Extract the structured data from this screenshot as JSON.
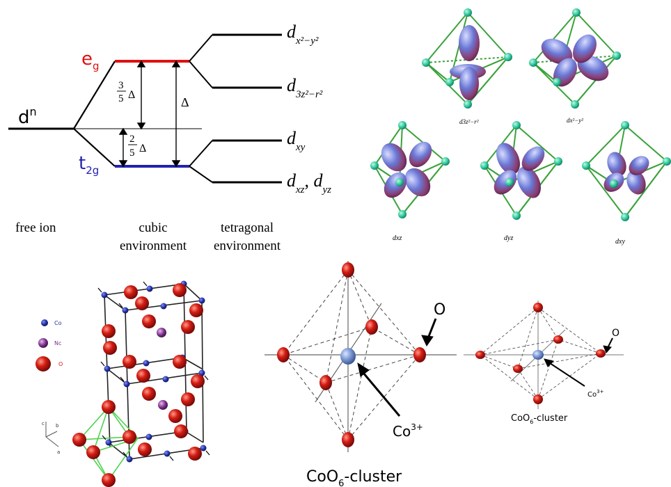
{
  "energy_diagram": {
    "free_ion_level": "d",
    "free_ion_sup": "n",
    "eg_main": "e",
    "eg_sub": "g",
    "t2g_main": "t",
    "t2g_sub": "2g",
    "frac_upper_num": "3",
    "frac_upper_den": "5",
    "frac_lower_num": "2",
    "frac_lower_den": "5",
    "delta": "Δ",
    "orbitals": [
      {
        "main": "d",
        "sub": "x²−y²"
      },
      {
        "main": "d",
        "sub": "3z²−r²"
      },
      {
        "main": "d",
        "sub": "xy"
      },
      {
        "main": "d",
        "sub": "xz",
        "main2": "d",
        "sub2": "yz"
      }
    ],
    "label_free_ion": "free ion",
    "label_cubic_1": "cubic",
    "label_cubic_2": "environment",
    "label_tetragonal_1": "tetragonal",
    "label_tetragonal_2": "environment"
  },
  "orbital_panel": {
    "labels": [
      "d3z²−r²",
      "dx²−y²",
      "dxz",
      "dyz",
      "dxy"
    ]
  },
  "crystal": {
    "legend": [
      {
        "label": "Co",
        "color": "#1f2fa0"
      },
      {
        "label": "Nc",
        "color": "#7a2f88"
      },
      {
        "label": "O",
        "color": "#d01818"
      }
    ],
    "axes": [
      "c",
      "b",
      "a"
    ]
  },
  "cluster_large": {
    "o_label": "O",
    "co_label": "Co",
    "co_charge": "3+",
    "caption_main": "CoO",
    "caption_sub": "6",
    "caption_tail": "-cluster"
  },
  "cluster_small": {
    "o_label": "O",
    "co_label": "Co",
    "co_charge": "3+",
    "caption_main": "CoO",
    "caption_sub": "6",
    "caption_tail": "-cluster"
  },
  "colors": {
    "eg": "#e01010",
    "t2g": "#2222b0",
    "oxygen": "#c81515",
    "cobalt": "#6f8fc8",
    "octahedron": "#3aa23a"
  }
}
